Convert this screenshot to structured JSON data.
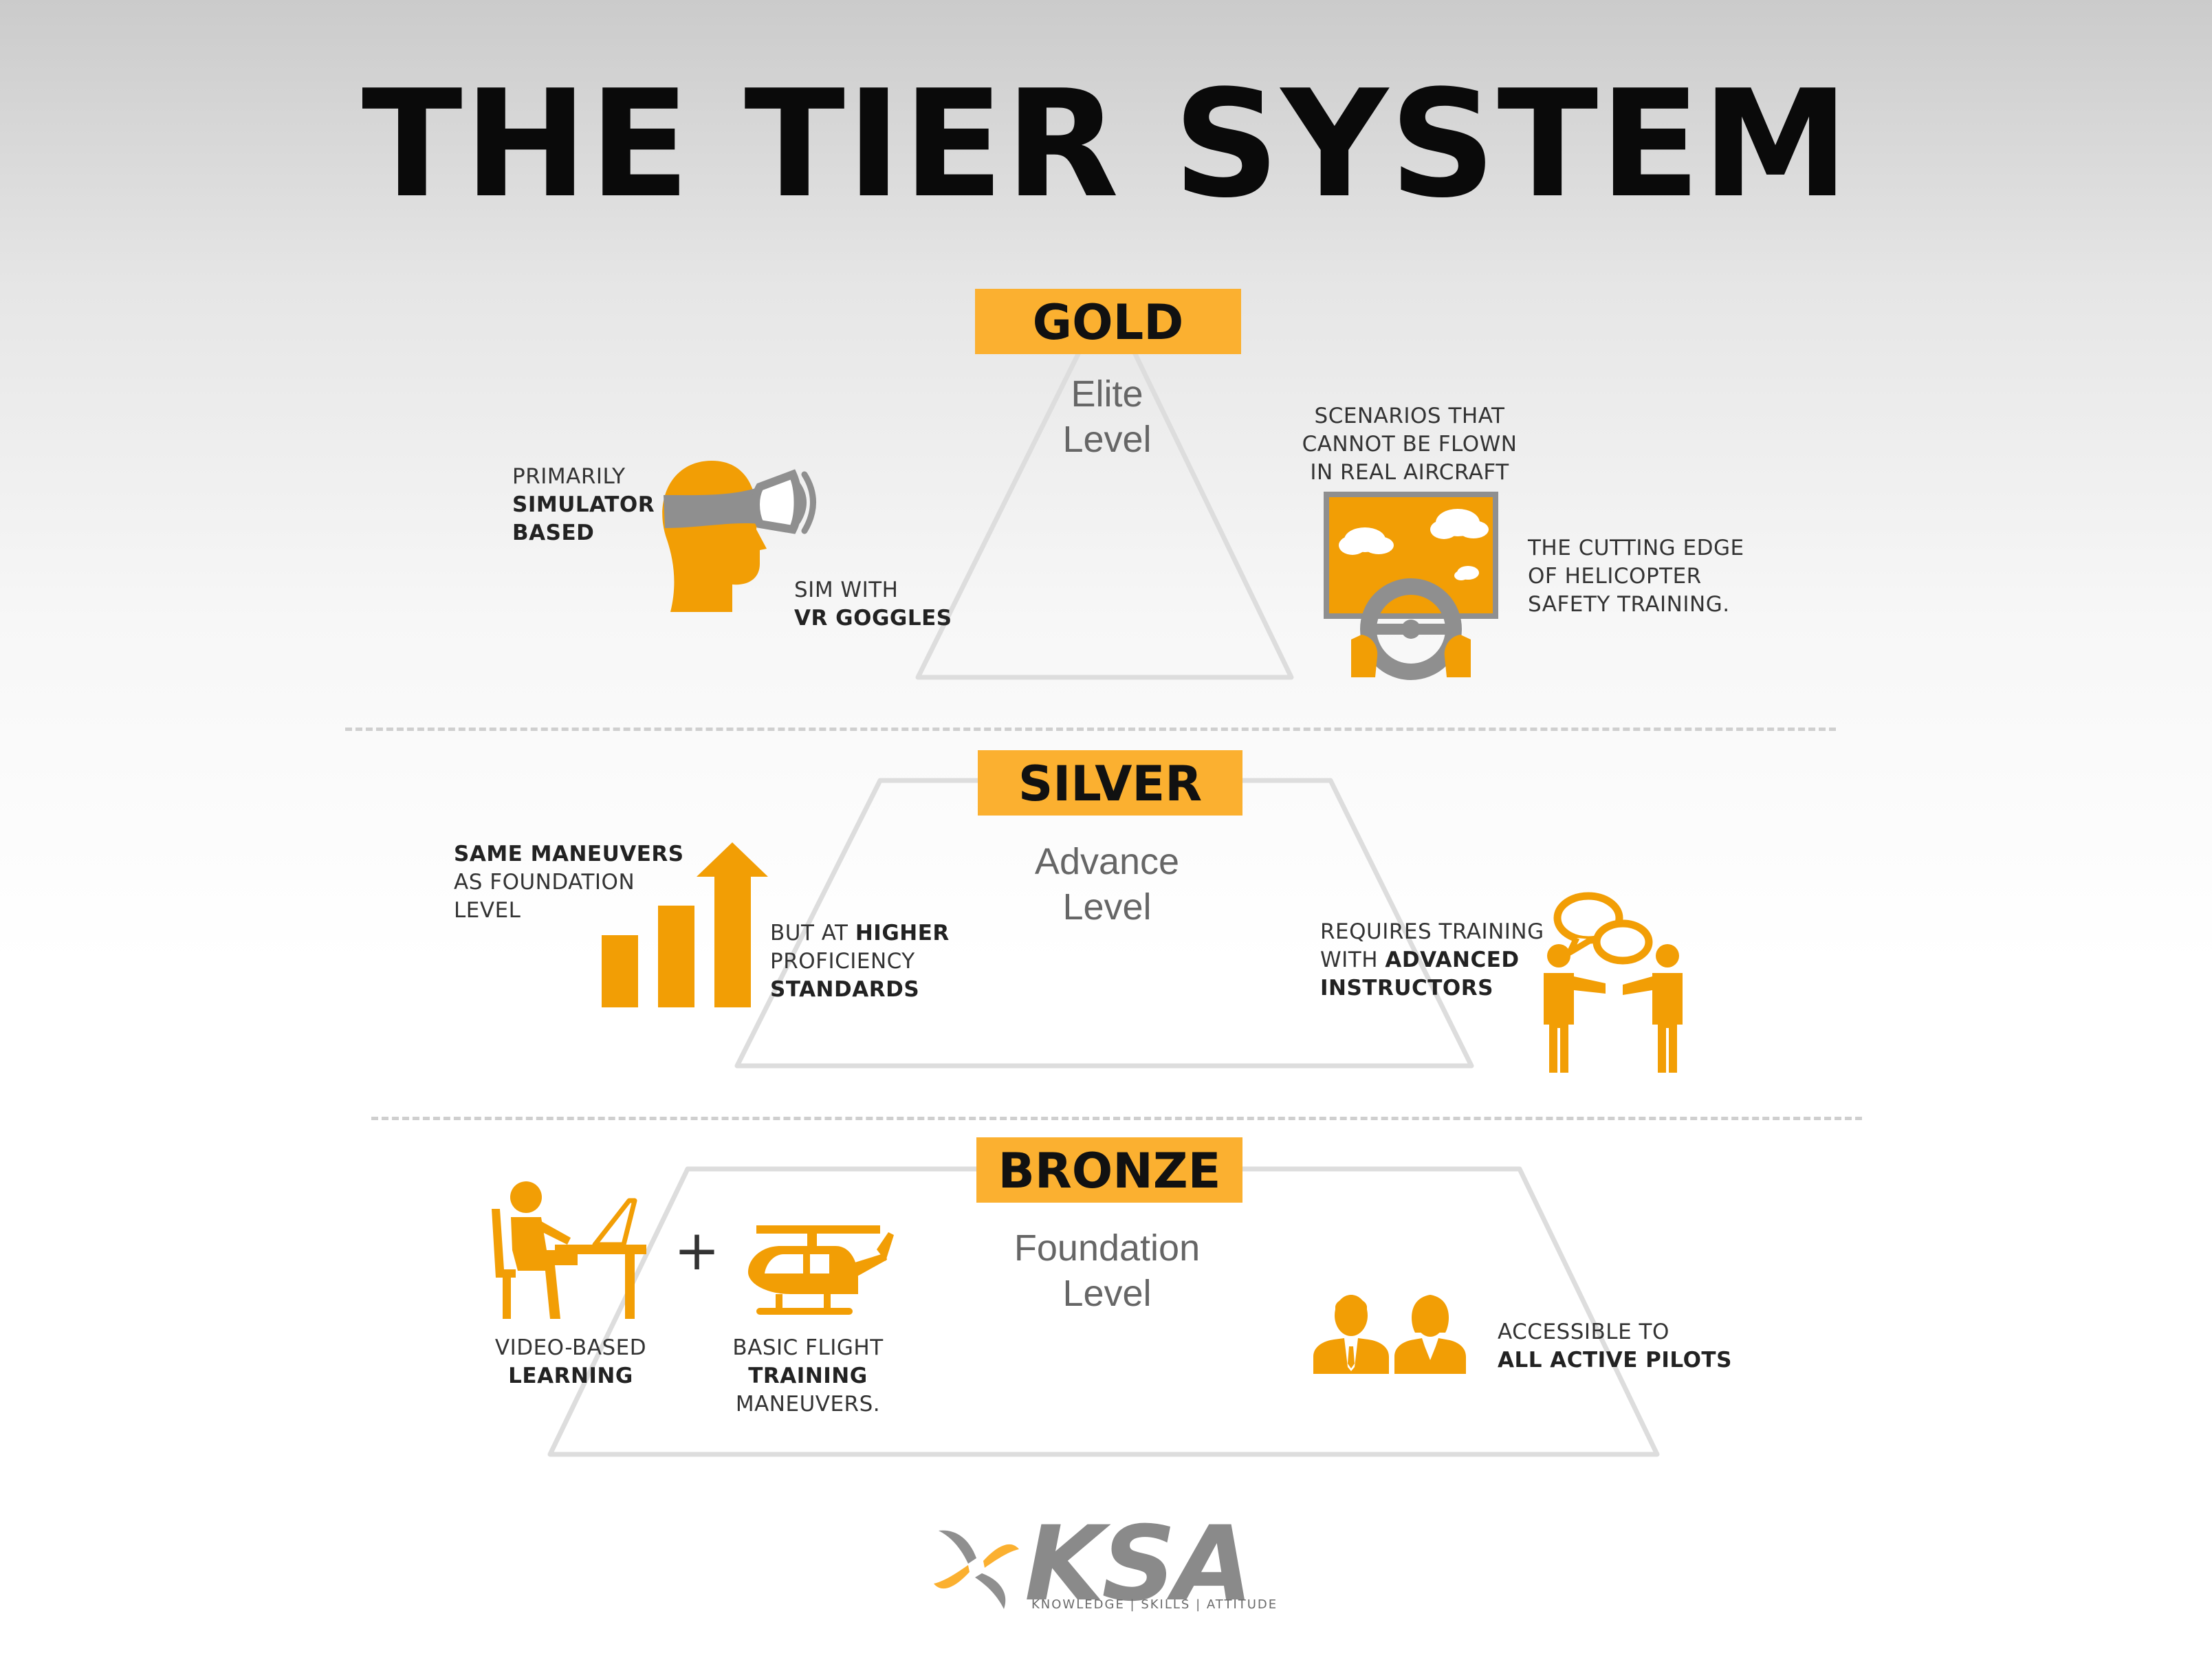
{
  "title": "THE TIER SYSTEM",
  "colors": {
    "accent": "#FBB030",
    "icon": "#F29E05",
    "outline": "#DDDDDD",
    "gray_icon": "#8F8F8F"
  },
  "tiers": {
    "gold": {
      "badge": "GOLD",
      "level_line1": "Elite",
      "level_line2": "Level",
      "left_caption": {
        "l1": "PRIMARILY",
        "l2": "SIMULATOR",
        "l3": "BASED"
      },
      "icon_caption": {
        "l1": "SIM WITH",
        "l2": "VR GOGGLES"
      },
      "right_top_caption": {
        "l1": "SCENARIOS THAT",
        "l2": "CANNOT BE FLOWN",
        "l3": "IN REAL AIRCRAFT"
      },
      "right_caption": {
        "l1": "THE CUTTING EDGE",
        "l2": "OF HELICOPTER",
        "l3": "SAFETY TRAINING."
      },
      "icons": [
        "vr-headset-icon",
        "simulator-screen-icon"
      ]
    },
    "silver": {
      "badge": "SILVER",
      "level_line1": "Advance",
      "level_line2": "Level",
      "left_caption": {
        "l1": "SAME MANEUVERS",
        "l2": "AS FOUNDATION",
        "l3": "LEVEL"
      },
      "mid_caption": {
        "p1": "BUT AT ",
        "b1": "HIGHER",
        "l2": "PROFICIENCY",
        "l3": "STANDARDS"
      },
      "right_caption": {
        "l1": "REQUIRES TRAINING",
        "p2": "WITH ",
        "b2": "ADVANCED",
        "l3": "INSTRUCTORS"
      },
      "icons": [
        "growth-chart-icon",
        "instructors-talking-icon"
      ]
    },
    "bronze": {
      "badge": "BRONZE",
      "level_line1": "Foundation",
      "level_line2": "Level",
      "plus": "+",
      "video_caption": {
        "l1": "VIDEO-BASED",
        "l2": "LEARNING"
      },
      "flight_caption": {
        "l1": "BASIC FLIGHT",
        "l2": "TRAINING",
        "l3": "MANEUVERS."
      },
      "pilots_caption": {
        "l1": "ACCESSIBLE TO",
        "l2": "ALL ACTIVE PILOTS"
      },
      "icons": [
        "desk-learner-icon",
        "helicopter-icon",
        "pilots-icon"
      ]
    }
  },
  "logo": {
    "word": "KSA",
    "tagline": "KNOWLEDGE  |  SKILLS  |  ATTITUDE"
  }
}
